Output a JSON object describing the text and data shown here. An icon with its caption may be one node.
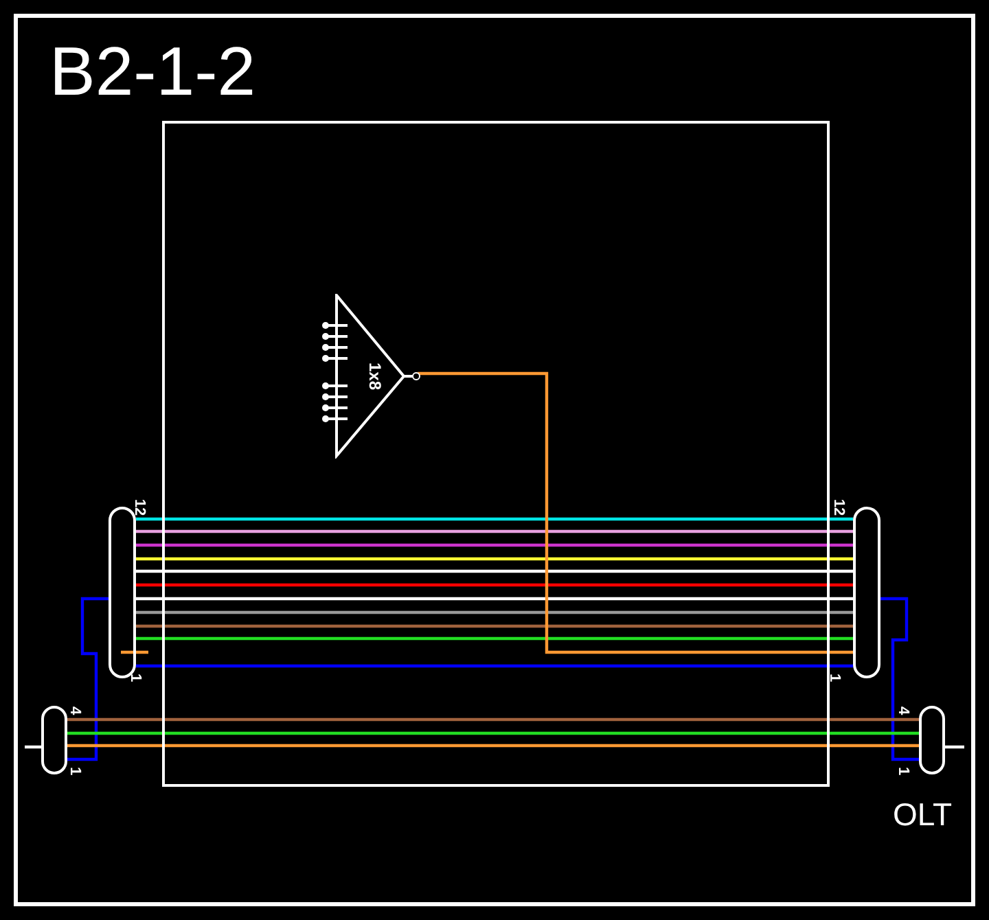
{
  "diagram": {
    "title": "B2-1-2",
    "nodes": [
      {
        "text": [],
        "shape": "box"
      },
      {
        "text": [
          "1x8"
        ],
        "in": 0
      },
      {
        "text": [],
        "shape": "box",
        "beside": [
          "12",
          "1"
        ]
      },
      {
        "text": [],
        "shape": "box",
        "beside": [
          "12",
          "1"
        ]
      },
      {
        "text": [],
        "shape": "box",
        "beside": [
          "4",
          "1"
        ]
      },
      {
        "text": [],
        "shape": "box",
        "beside": [
          "4",
          "1"
        ]
      }
    ],
    "edges": [
      {
        "from": 2,
        "to": 3,
        "arrow": "none",
        "color": "#00e5e5"
      },
      {
        "from": 2,
        "to": 3,
        "arrow": "none",
        "color": "#e8a0e0"
      },
      {
        "from": 2,
        "to": 3,
        "arrow": "none",
        "color": "#cc33cc"
      },
      {
        "from": 2,
        "to": 3,
        "arrow": "none",
        "color": "#ffff33"
      },
      {
        "from": 2,
        "to": 3,
        "arrow": "none",
        "color": "#ffffff"
      },
      {
        "from": 2,
        "to": 3,
        "arrow": "none",
        "color": "#ff0000"
      },
      {
        "from": 2,
        "to": 3,
        "arrow": "none",
        "color": "#ffffff"
      },
      {
        "from": 2,
        "to": 3,
        "arrow": "none",
        "color": "#999999"
      },
      {
        "from": 2,
        "to": 3,
        "arrow": "none",
        "color": "#a0623d"
      },
      {
        "from": 2,
        "to": 3,
        "arrow": "none",
        "color": "#22dd22"
      },
      {
        "from": 1,
        "to": 3,
        "arrow": "none",
        "color": "#ff9933"
      },
      {
        "from": 2,
        "to": 3,
        "arrow": "none",
        "color": "#0000ff"
      },
      {
        "from": 2,
        "to": 4,
        "arrow": "none",
        "color": "#0000ff"
      },
      {
        "from": 3,
        "to": 5,
        "arrow": "none",
        "color": "#0000ff"
      },
      {
        "from": 4,
        "to": 5,
        "arrow": "none",
        "color": "#a0623d"
      },
      {
        "from": 4,
        "to": 5,
        "arrow": "none",
        "color": "#22dd22"
      },
      {
        "from": 4,
        "to": 5,
        "arrow": "none",
        "color": "#ff9933"
      },
      {
        "from": null,
        "to": 4,
        "arrow": "none",
        "color": "#ffffff"
      },
      {
        "from": 5,
        "to": null,
        "arrow": "none",
        "color": "#ffffff"
      }
    ],
    "labels": [
      "OLT"
    ]
  }
}
